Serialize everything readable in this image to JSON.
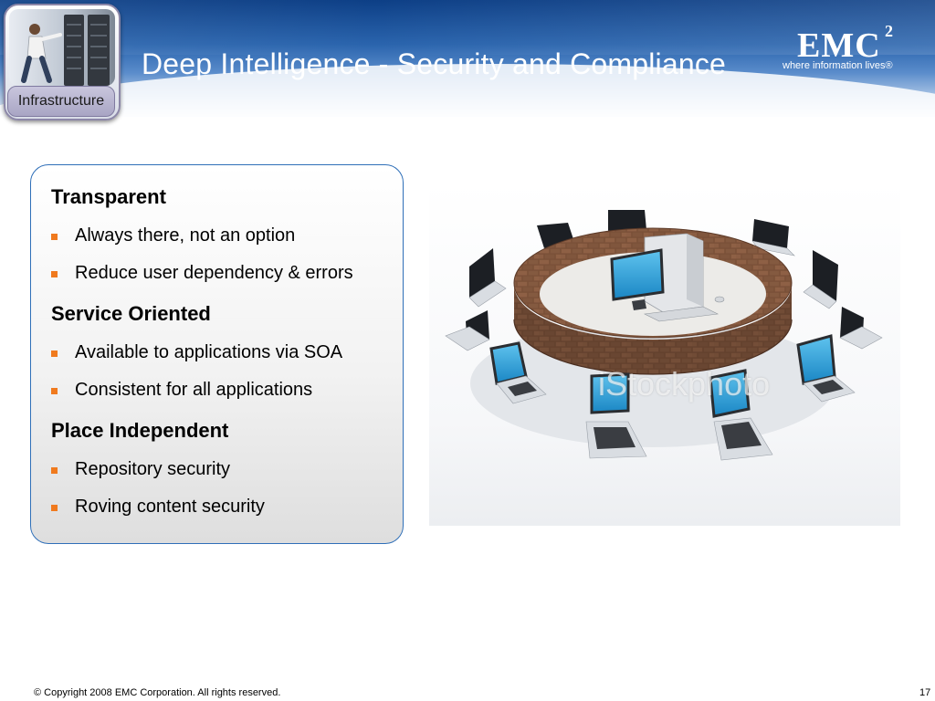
{
  "header": {
    "title": "Deep Intelligence - Security and Compliance",
    "badge_label": "Infrastructure",
    "logo": {
      "wordmark": "EMC",
      "superscript": "2",
      "tagline": "where information lives®"
    }
  },
  "content": {
    "sections": [
      {
        "heading": "Transparent",
        "bullets": [
          "Always there, not an option",
          "Reduce user dependency & errors"
        ]
      },
      {
        "heading": "Service Oriented",
        "bullets": [
          "Available to applications via SOA",
          "Consistent for all applications"
        ]
      },
      {
        "heading": "Place Independent",
        "bullets": [
          "Repository security",
          "Roving content security"
        ]
      }
    ]
  },
  "illustration": {
    "subject": "brick-wall-ring-with-desktop-surrounded-by-laptops",
    "watermark": "iStockphoto"
  },
  "footer": {
    "copyright": "© Copyright 2008 EMC Corporation. All rights reserved.",
    "page_number": "17"
  },
  "colors": {
    "banner_dark": "#0d3f86",
    "panel_border": "#2f6fb8",
    "bullet_square": "#f07a1e",
    "badge_pill": "#a9a5c4"
  }
}
